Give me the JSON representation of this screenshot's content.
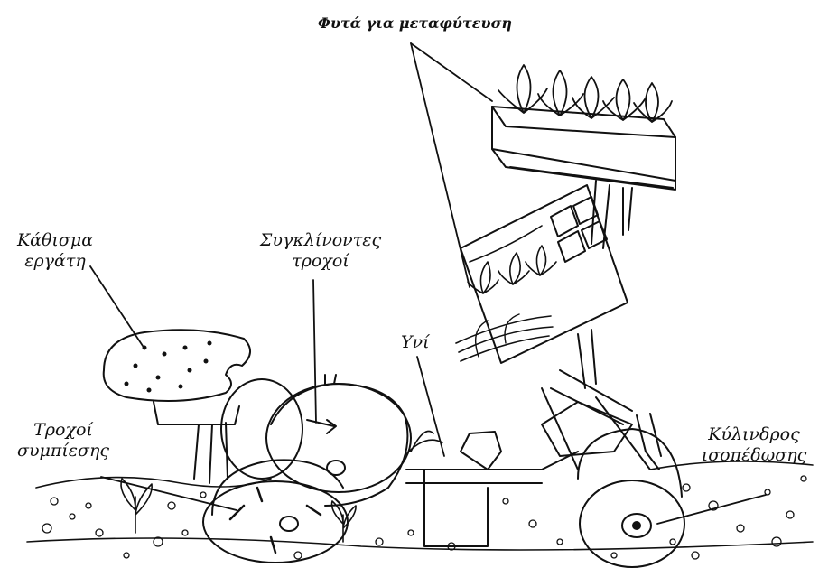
{
  "labels": {
    "plants": "Φυτά για μεταφύτευση",
    "seat_line1": "Κάθισμα",
    "seat_line2": "εργάτη",
    "tilted_line1": "Συγκλίνοντες",
    "tilted_line2": "τροχοί",
    "share": "Υνί",
    "press_line1": "Τροχοί",
    "press_line2": "συμπίεσης",
    "roller_line1": "Κύλινδρος",
    "roller_line2": "ισοπέδωσης"
  }
}
